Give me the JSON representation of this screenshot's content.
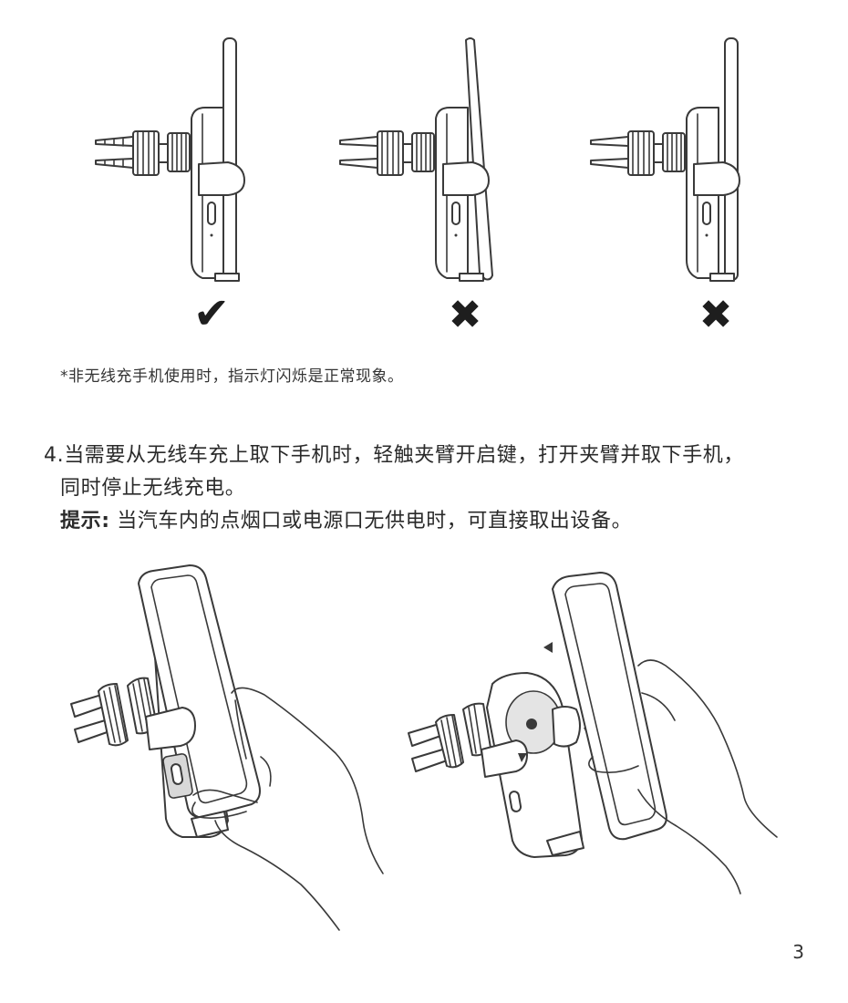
{
  "figures": {
    "correct_mark": "✔",
    "wrong_mark": "✖"
  },
  "note": "*非无线充手机使用时，指示灯闪烁是正常现象。",
  "step4": {
    "line1": "4.当需要从无线车充上取下手机时，轻触夹臂开启键，打开夹臂并取下手机，",
    "line2": "同时停止无线充电。",
    "tip_label": "提示:",
    "tip_text": " 当汽车内的点烟口或电源口无供电时，可直接取出设备。"
  },
  "page_number": "3"
}
